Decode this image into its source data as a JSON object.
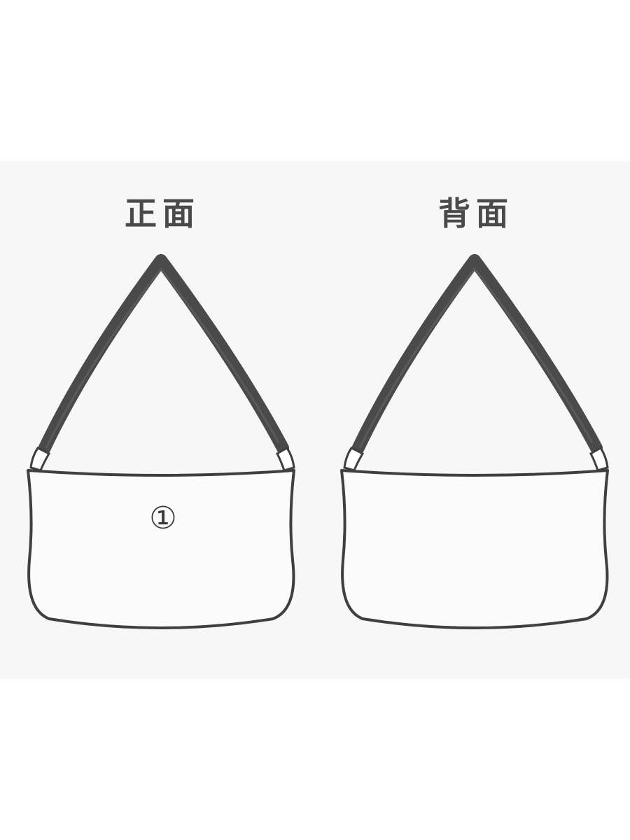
{
  "views": {
    "front": {
      "title": "正面"
    },
    "back": {
      "title": "背面"
    }
  },
  "markers": {
    "front_marker": "①"
  },
  "colors": {
    "background": "#ffffff",
    "panel": "#f7f7f7",
    "outline": "#3f3f3f",
    "strap": "#4a4a4a",
    "bag_fill": "#fbfbfb",
    "title_text": "#4a4a4a"
  }
}
